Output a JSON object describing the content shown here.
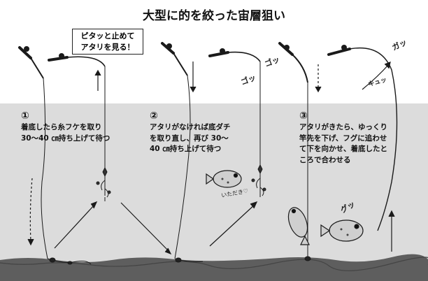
{
  "title": "大型に的を絞った宙層狙い",
  "callout": [
    "ピタッと止めて",
    "アタリを見る！"
  ],
  "steps": [
    {
      "num": "①",
      "lines": [
        "着底したら糸フケを取り",
        "30～40 ㎝持ち上げて待つ"
      ]
    },
    {
      "num": "②",
      "lines": [
        "アタリがなければ底ダチ",
        "を取り直し、再び 30～",
        "40 ㎝持ち上げて待つ"
      ]
    },
    {
      "num": "③",
      "lines": [
        "アタリがきたら、ゆっくり",
        "竿先を下げ、フグに追わせ",
        "て下を向かせ、着底したと",
        "ころで合わせる"
      ]
    }
  ],
  "sounds": {
    "go1": "ゴッ",
    "go2": "ゴッ",
    "gaa": "ガッ",
    "kyu": "キュッ",
    "gu": "グッ",
    "itadaki": "いただき♡"
  },
  "colors": {
    "water": "#dcdcdc",
    "sky": "#ffffff",
    "seabed": "#5e5e5e",
    "ink": "#1a1a1a"
  }
}
